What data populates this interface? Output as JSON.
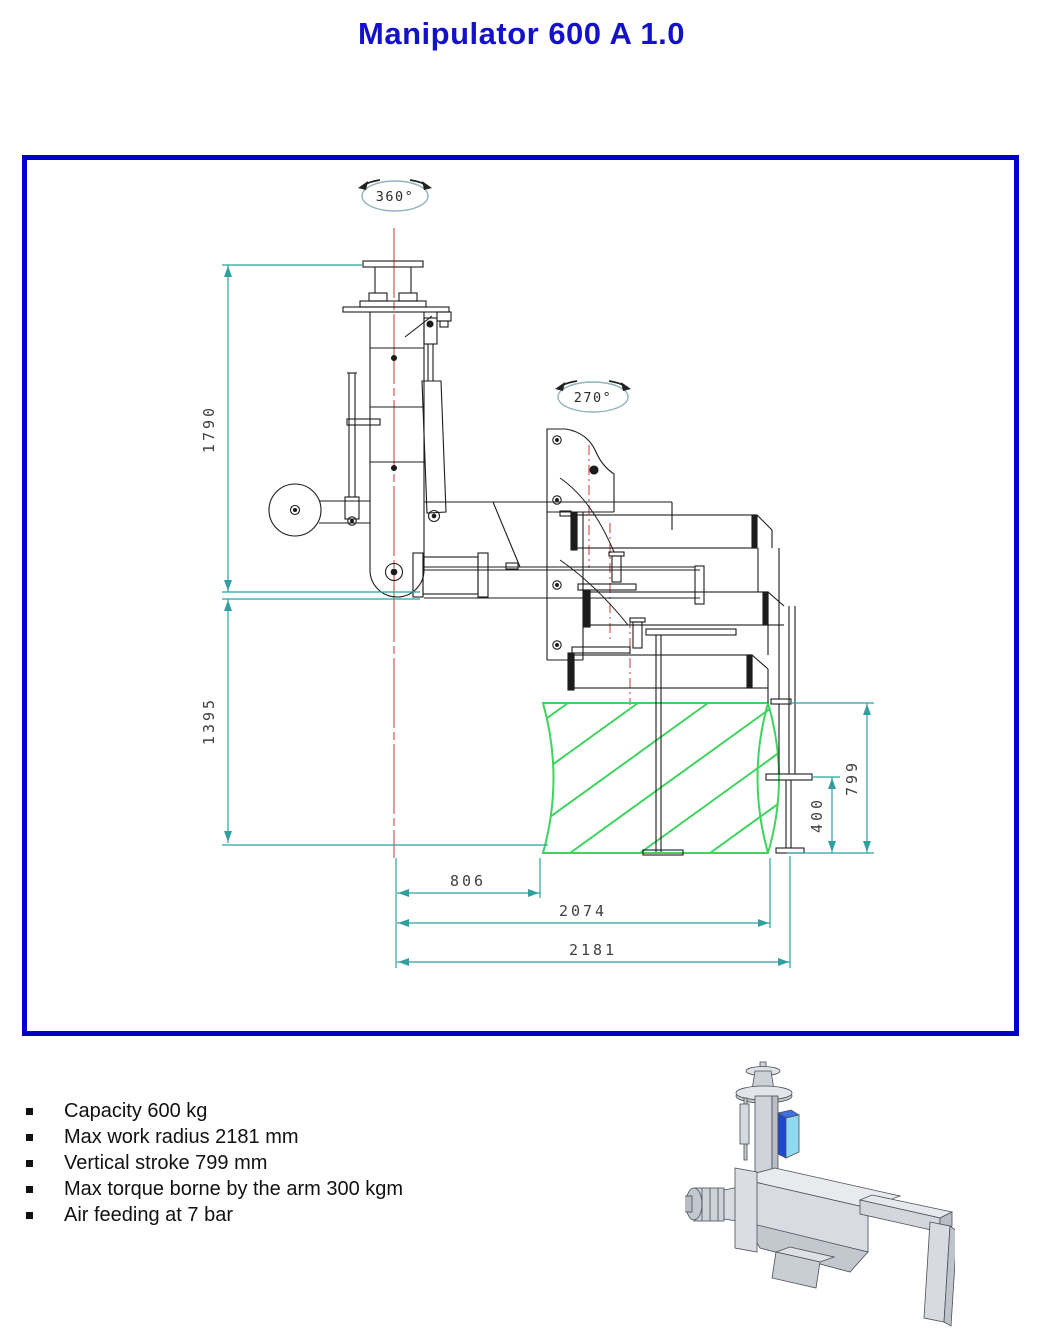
{
  "page": {
    "title": "Manipulator 600 A 1.0"
  },
  "drawing_panel": {
    "rotation_labels": {
      "base_rotation": "360°",
      "arm_rotation": "270°"
    },
    "dimensions_mm": {
      "total_height": "1790",
      "under_arm_height": "1395",
      "arm_pivot_offset": "806",
      "mid_radius": "2074",
      "max_work_radius": "2181",
      "lower_stroke": "400",
      "vertical_stroke": "799"
    },
    "colors": {
      "frame_border": "#0101C8",
      "dimension_lines": "#2F9FA0",
      "centerlines": "#C94A4A",
      "load_outline": "#3FD45F",
      "drawing_lines": "#1C1C1C",
      "accent_3d": "#1E49CF"
    }
  },
  "specs": {
    "items": [
      "Capacity 600 kg",
      "Max work radius 2181 mm",
      "Vertical stroke 799 mm",
      "Max torque borne by the arm 300 kgm",
      "Air feeding at 7 bar"
    ]
  }
}
